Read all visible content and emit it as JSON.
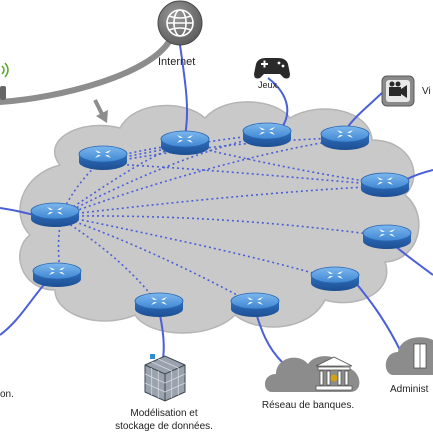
{
  "labels": {
    "internet": "Internet",
    "jeux": "Jeux.",
    "video_partial": "Vi",
    "modelisation_line1": "Modélisation et",
    "modelisation_line2": "stockage de données.",
    "reseau_banques": "Réseau de banques.",
    "administration_partial": "Administ",
    "left_partial": "on."
  },
  "colors": {
    "cloud": "#c9c9c9",
    "cloud_edge": "#b0b0b0",
    "router_top": "#5aa0e0",
    "router_side": "#2a66b0",
    "link": "#4a5fd8",
    "internet_link": "#8a8a8a"
  }
}
